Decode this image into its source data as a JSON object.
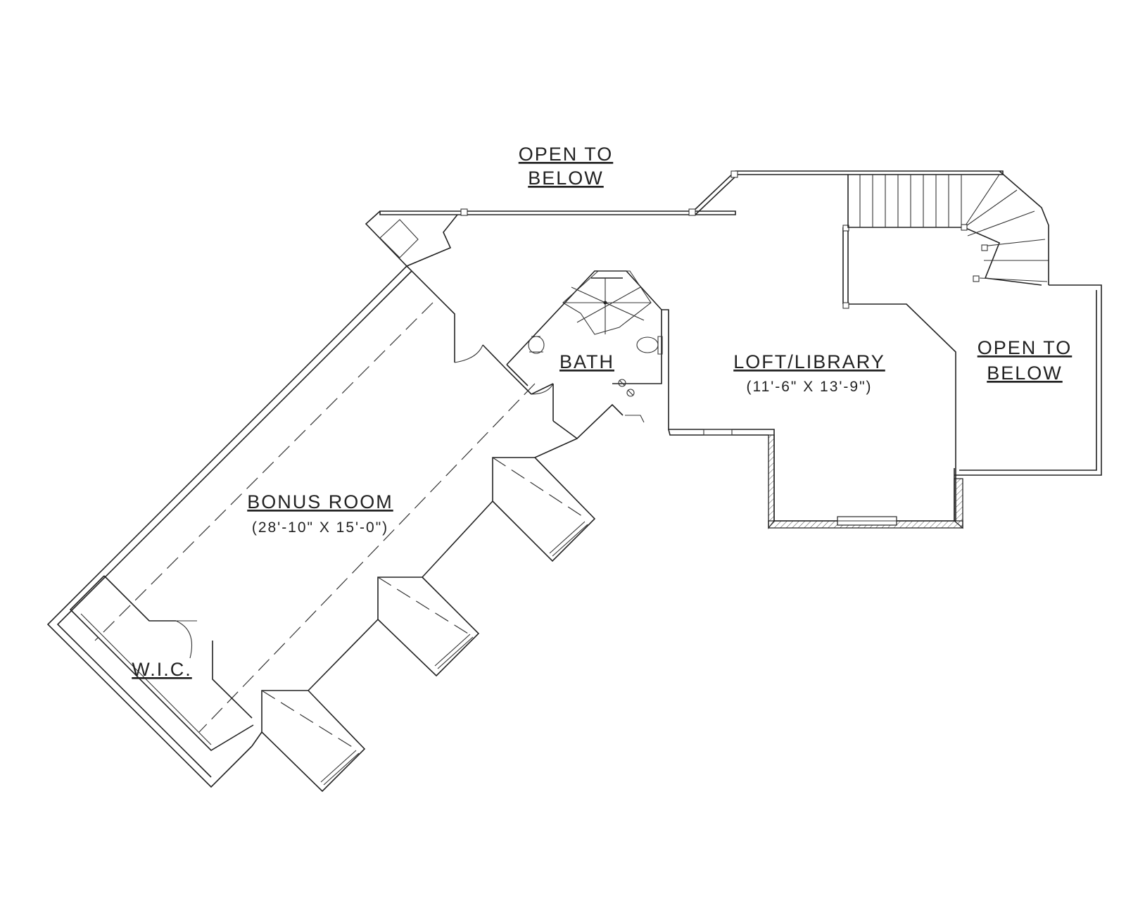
{
  "labels": {
    "open_below_top_1": "OPEN TO",
    "open_below_top_2": "BELOW",
    "open_below_right_1": "OPEN TO",
    "open_below_right_2": "BELOW",
    "bath": "BATH",
    "loft": "LOFT/LIBRARY",
    "loft_dims": "(11'-6\" X 13'-9\")",
    "bonus": "BONUS ROOM",
    "bonus_dims": "(28'-10\" X 15'-0\")",
    "wic": "W.I.C."
  }
}
